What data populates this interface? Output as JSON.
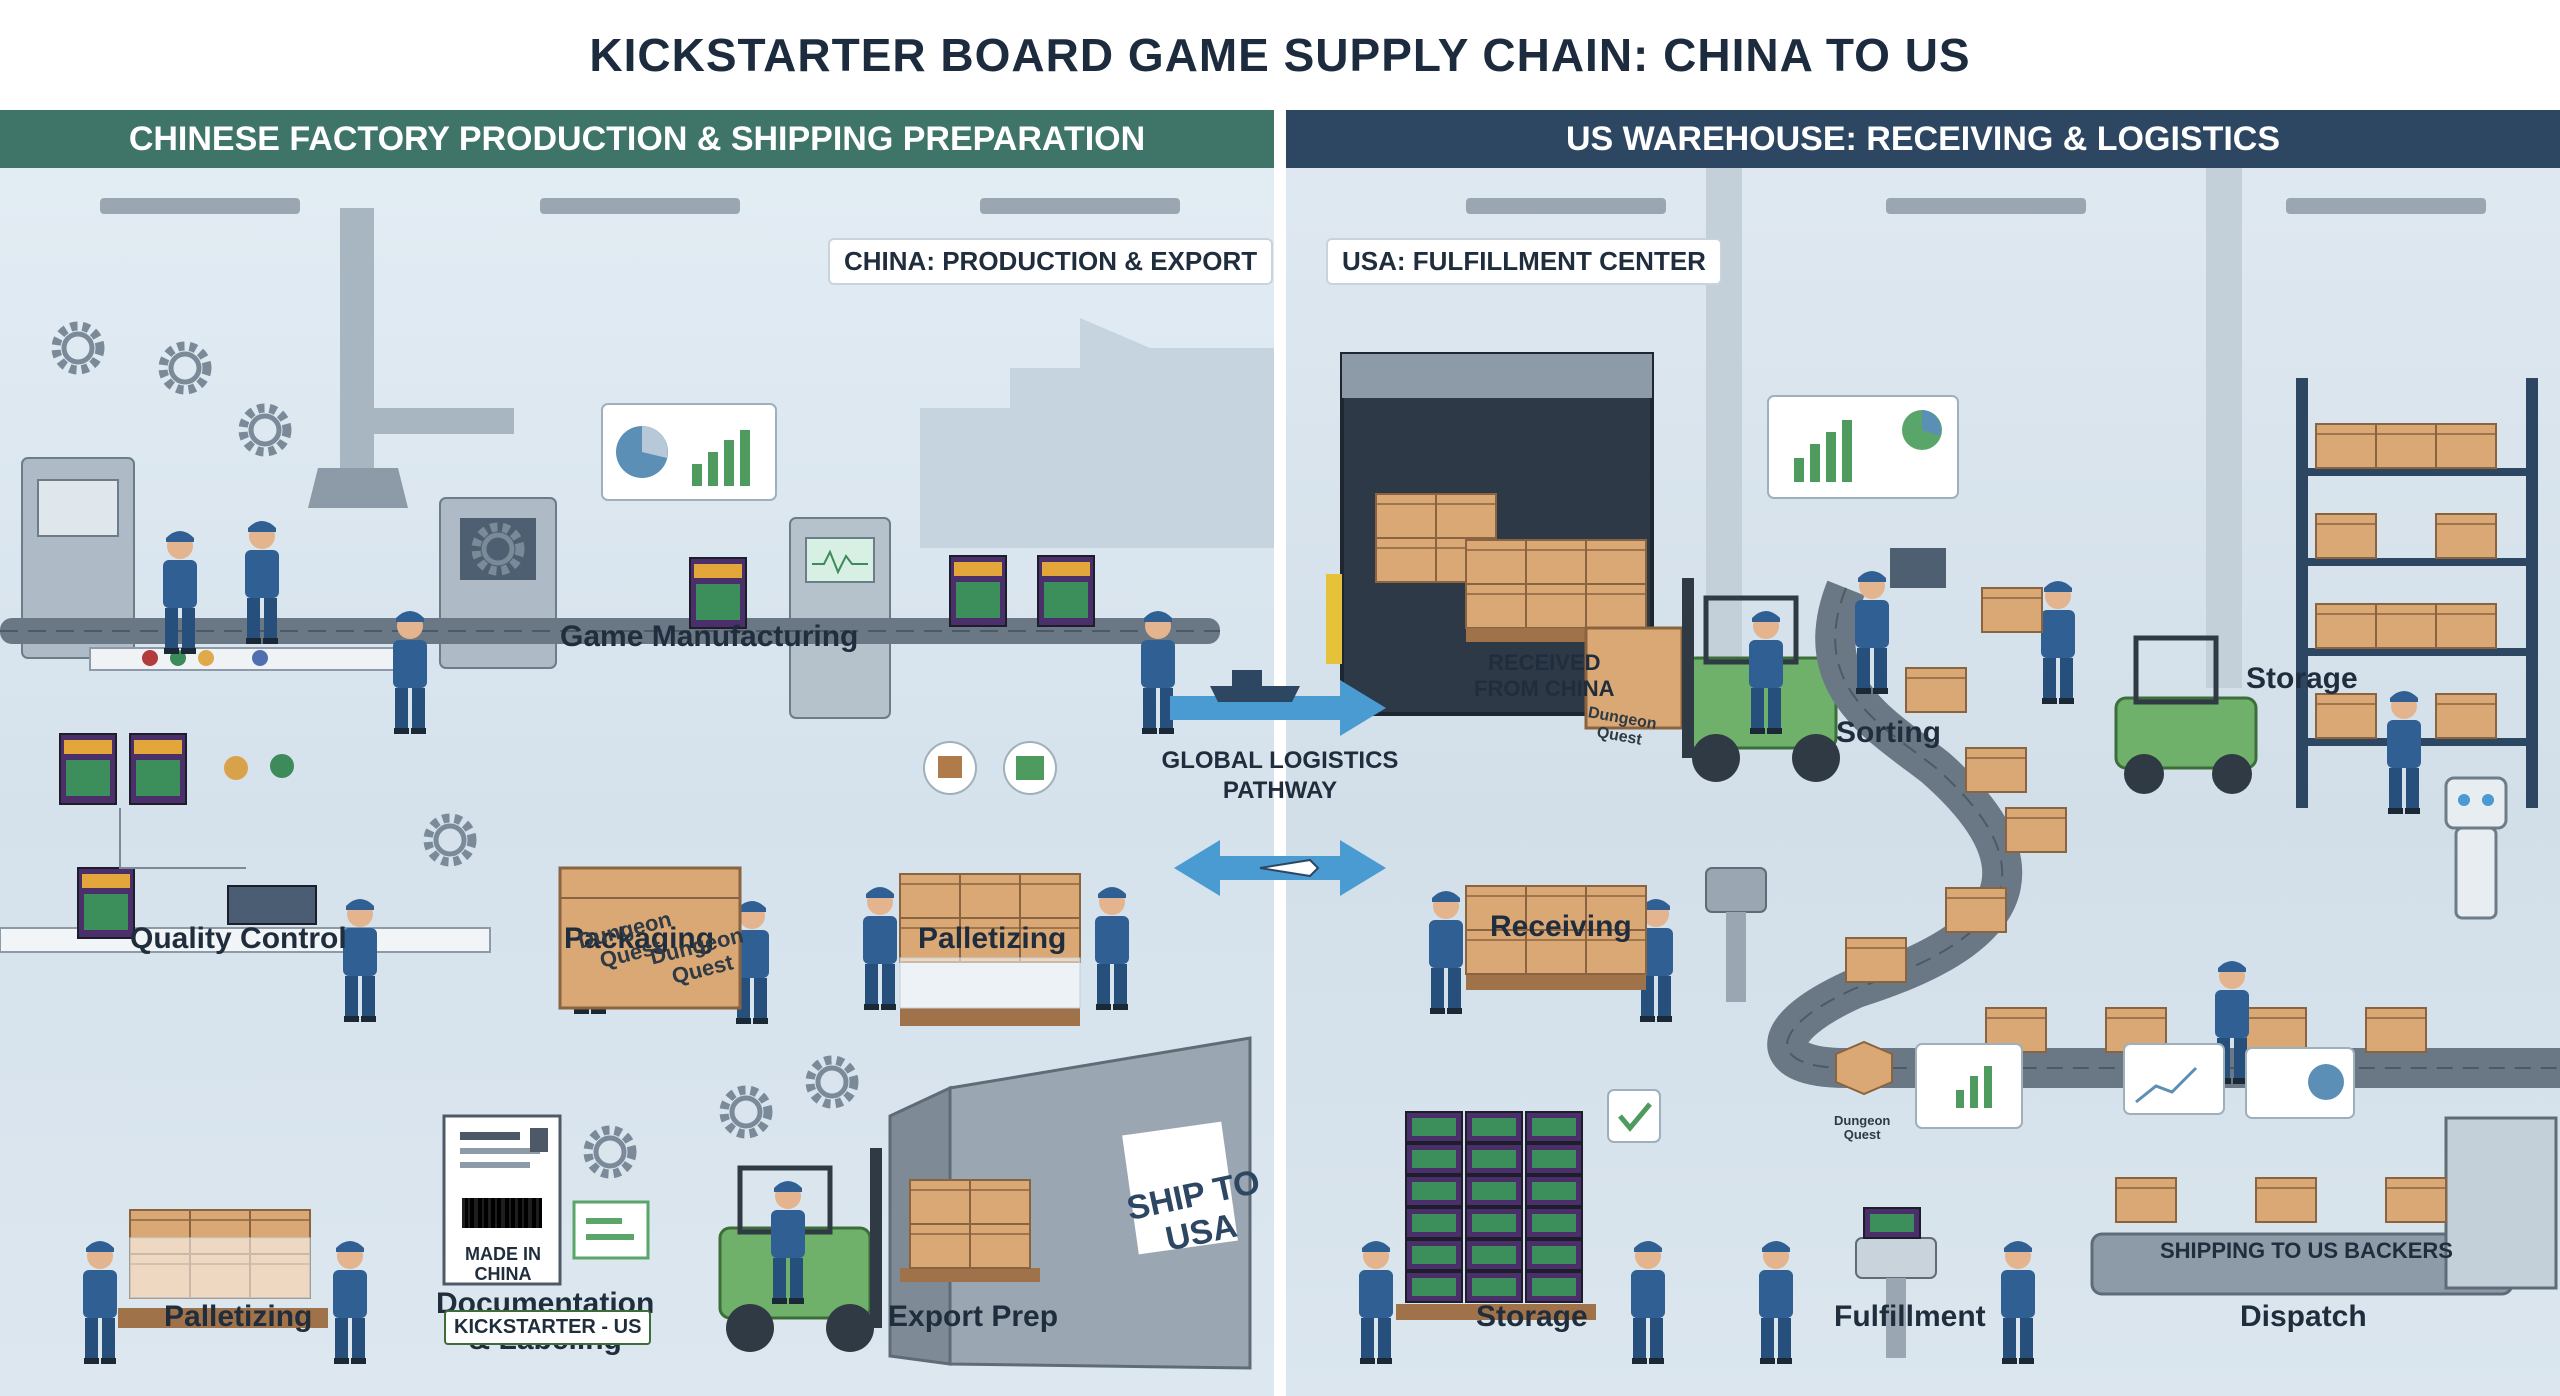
{
  "title": "KICKSTARTER BOARD GAME SUPPLY CHAIN: CHINA TO US",
  "left_panel": {
    "header": "CHINESE FACTORY PRODUCTION & SHIPPING PREPARATION",
    "tag": "CHINA: PRODUCTION & EXPORT",
    "labels": {
      "game_manufacturing": "Game Manufacturing",
      "quality_control": "Quality Control",
      "packaging": "Packaging",
      "palletizing_top": "Palletizing",
      "palletizing_bottom": "Palletizing",
      "documentation_line1": "Documentation",
      "documentation_line2": "& Labeling",
      "export_prep": "Export Prep"
    },
    "box_text_line1": "Dungeon",
    "box_text_line2": "Quest",
    "doc_label": "MADE IN CHINA",
    "kickstarter_label": "KICKSTARTER - US",
    "container_text_line1": "SHIP TO",
    "container_text_line2": "USA"
  },
  "center": {
    "logistics_line1": "GLOBAL LOGISTICS",
    "logistics_line2": "PATHWAY"
  },
  "right_panel": {
    "header": "US WAREHOUSE: RECEIVING & LOGISTICS",
    "tag": "USA: FULFILLMENT CENTER",
    "received_line1": "RECEIVED",
    "received_line2": "FROM CHINA",
    "labels": {
      "receiving": "Receiving",
      "sorting": "Sorting",
      "storage_top": "Storage",
      "storage_bottom": "Storage",
      "fulfillment": "Fulfillment",
      "dispatch": "Dispatch"
    },
    "shipping_label": "SHIPPING TO US BACKERS",
    "box_text_line1": "Dungeon",
    "box_text_line2": "Quest"
  },
  "colors": {
    "left_header": "#3e7568",
    "right_header": "#2d4763",
    "worker": "#2f5f93",
    "box": "#d9a875",
    "forklift": "#6fb06a",
    "arrow": "#4a9bd1"
  }
}
